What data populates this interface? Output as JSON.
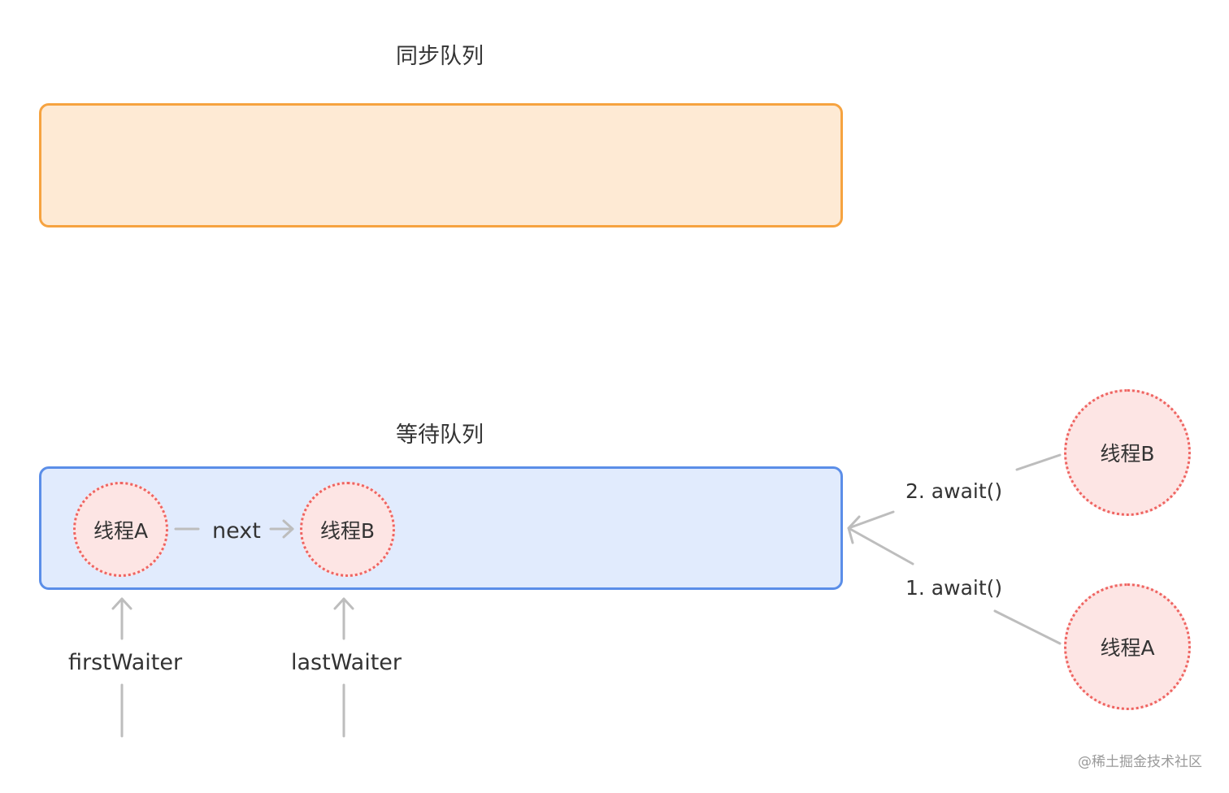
{
  "sync_queue": {
    "title": "同步队列"
  },
  "wait_queue": {
    "title": "等待队列",
    "nodes": [
      "线程A",
      "线程B"
    ],
    "next_label": "next",
    "first_waiter": "firstWaiter",
    "last_waiter": "lastWaiter"
  },
  "external_threads": {
    "thread_b": "线程B",
    "thread_a": "线程A",
    "await_2": "2. await()",
    "await_1": "1. await()"
  },
  "watermark": "@稀土掘金技术社区",
  "colors": {
    "sync_fill": "#feead4",
    "sync_border": "#f6a340",
    "wait_fill": "#e1ebfd",
    "wait_border": "#5b8ee8",
    "node_fill": "#fde5e4",
    "node_border": "#ef6461",
    "connector": "#bdbdbd"
  }
}
